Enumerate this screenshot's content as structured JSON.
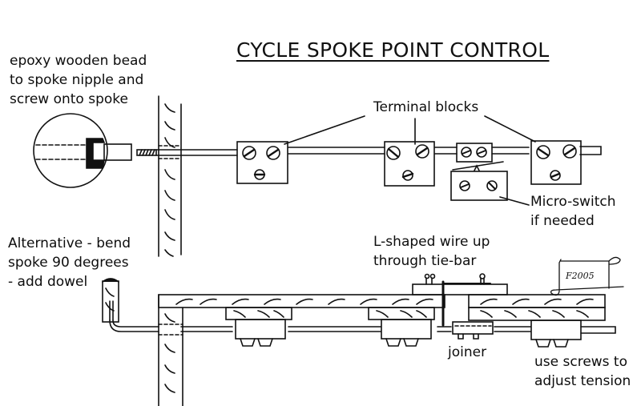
{
  "title": "CYCLE SPOKE POINT CONTROL",
  "labels": {
    "bead": [
      "epoxy wooden bead",
      "to spoke nipple and",
      "screw onto spoke"
    ],
    "terminal_blocks": "Terminal blocks",
    "micro_switch": [
      "Micro-switch",
      "if needed"
    ],
    "alternative": [
      "Alternative - bend",
      "spoke 90 degrees",
      "- add dowel"
    ],
    "l_wire": [
      "L-shaped wire up",
      "through tie-bar"
    ],
    "joiner": "joiner",
    "screws": [
      "use screws to",
      "adjust tension"
    ]
  },
  "signature": "F2005",
  "colors": {
    "ink": "#111111",
    "paper": "#ffffff"
  }
}
